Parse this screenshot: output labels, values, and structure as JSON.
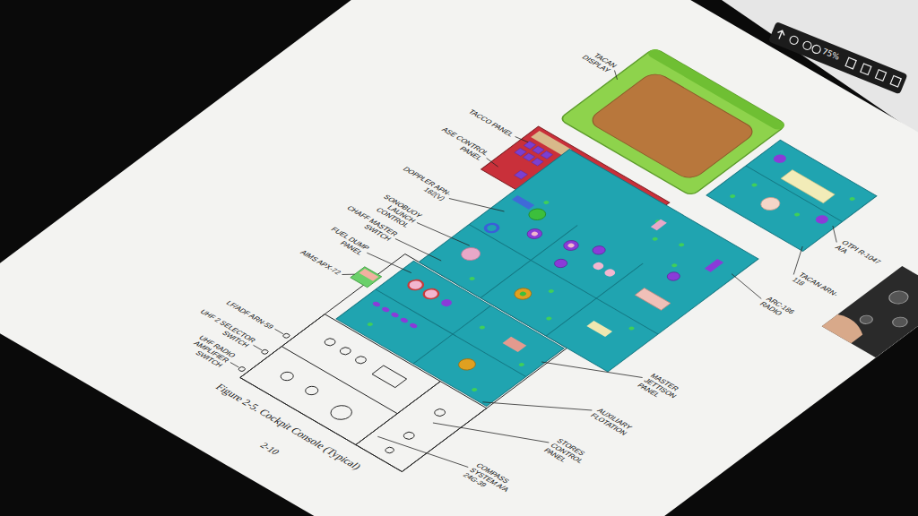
{
  "diagram": {
    "caption": "Figure 2-5. Cockpit Console (Typical)",
    "labels": [
      "TACAN DISPLAY",
      "TACCO PANEL",
      "ASE CONTROL PANEL",
      "DOPPLER APN-182(V)",
      "SONOBUOY LAUNCH CONTROL",
      "CHAFF MASTER SWITCH",
      "FUEL DUMP PANEL",
      "AIMS APX-72",
      "LF/ADF ARN-59",
      "UHF 2 SELECTOR SWITCH",
      "UHF RADIO AMPLIFIER SWITCH",
      "2-10",
      "COMPASS SYSTEM A/A 24G-39",
      "STORES CONTROL PANEL",
      "AUXILIARY FLOTATION",
      "MASTER JETTISON PANEL",
      "ARC-186 RADIO",
      "TACAN ARN-118",
      "OTPI R-1047 A/A",
      "75%"
    ]
  }
}
